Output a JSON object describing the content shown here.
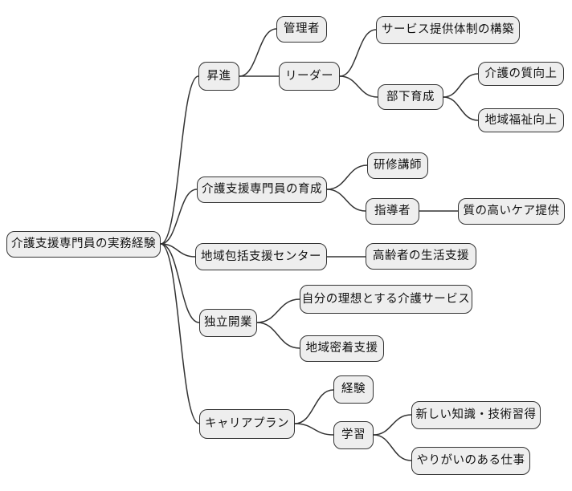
{
  "diagram": {
    "type": "mindmap",
    "style": {
      "background": "#ffffff",
      "node_fill": "#eeeeee",
      "node_border": "#333333",
      "edge_color": "#333333",
      "text_color": "#111111"
    },
    "nodes": {
      "root": {
        "label": "介護支援専門員の実務経験",
        "parent": null
      },
      "promotion": {
        "label": "昇進",
        "parent": "root"
      },
      "manager": {
        "label": "管理者",
        "parent": "promotion"
      },
      "leader": {
        "label": "リーダー",
        "parent": "promotion"
      },
      "service": {
        "label": "サービス提供体制の構築",
        "parent": "leader"
      },
      "subordinate": {
        "label": "部下育成",
        "parent": "leader"
      },
      "carequality": {
        "label": "介護の質向上",
        "parent": "subordinate"
      },
      "welfare": {
        "label": "地域福祉向上",
        "parent": "subordinate"
      },
      "training": {
        "label": "介護支援専門員の育成",
        "parent": "root"
      },
      "lecturer": {
        "label": "研修講師",
        "parent": "training"
      },
      "mentor": {
        "label": "指導者",
        "parent": "training"
      },
      "highcare": {
        "label": "質の高いケア提供",
        "parent": "mentor"
      },
      "center": {
        "label": "地域包括支援センター",
        "parent": "root"
      },
      "eldersupport": {
        "label": "高齢者の生活支援",
        "parent": "center"
      },
      "independent": {
        "label": "独立開業",
        "parent": "root"
      },
      "idealservice": {
        "label": "自分の理想とする介護サービス",
        "parent": "independent"
      },
      "community": {
        "label": "地域密着支援",
        "parent": "independent"
      },
      "careerplan": {
        "label": "キャリアプラン",
        "parent": "root"
      },
      "experience": {
        "label": "経験",
        "parent": "careerplan"
      },
      "learning": {
        "label": "学習",
        "parent": "careerplan"
      },
      "newskills": {
        "label": "新しい知識・技術習得",
        "parent": "learning"
      },
      "rewarding": {
        "label": "やりがいのある仕事",
        "parent": "learning"
      }
    }
  }
}
